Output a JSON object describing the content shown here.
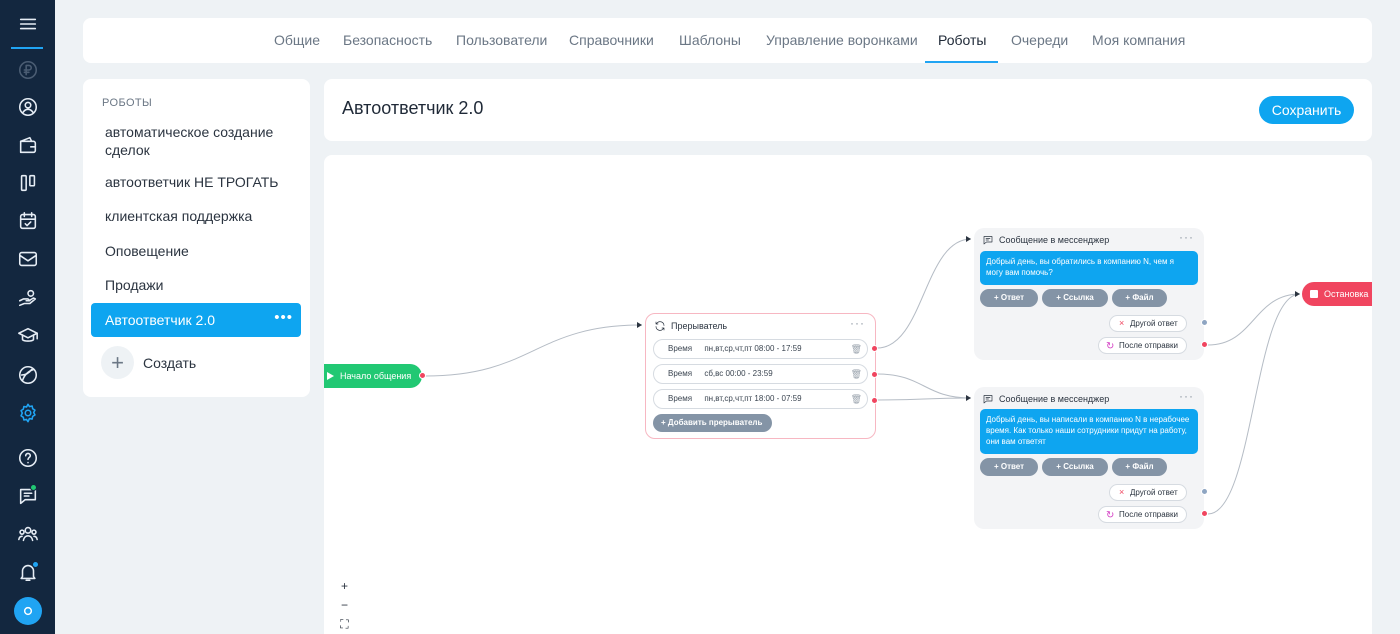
{
  "rail": {
    "icons": [
      "menu-icon",
      "ruble-icon",
      "user-icon",
      "wallet-icon",
      "kanban-icon",
      "calendar-check-icon",
      "mail-icon",
      "hand-coins-icon",
      "graduation-cap-icon",
      "sphere-icon",
      "settings-icon",
      "help-icon",
      "chat-icon",
      "users-icon",
      "bell-icon",
      "chat-bubble-icon"
    ],
    "accent": "#20a4f3",
    "badge_green": "#21c873"
  },
  "tabs": [
    {
      "label": "Общие"
    },
    {
      "label": "Безопасность"
    },
    {
      "label": "Пользователи"
    },
    {
      "label": "Справочники"
    },
    {
      "label": "Шаблоны"
    },
    {
      "label": "Управление воронками"
    },
    {
      "label": "Роботы"
    },
    {
      "label": "Очереди"
    },
    {
      "label": "Моя компания"
    }
  ],
  "active_tab": "Роботы",
  "sidebar": {
    "title": "РОБОТЫ",
    "items": [
      {
        "label": "автоматическое создание сделок"
      },
      {
        "label": "автоответчик НЕ ТРОГАТЬ"
      },
      {
        "label": "клиентская поддержка"
      },
      {
        "label": "Оповещение"
      },
      {
        "label": "Продажи"
      },
      {
        "label": "Автоответчик 2.0"
      }
    ],
    "active_item": "Автоответчик 2.0",
    "active_dots": "•••",
    "create_label": "Создать"
  },
  "header": {
    "title": "Автоответчик 2.0",
    "save_label": "Сохранить"
  },
  "canvas": {
    "start": {
      "label": "Начало общения"
    },
    "interrupt": {
      "title": "Прерыватель",
      "menu": "···",
      "rows": [
        {
          "key": "Время",
          "value": "пн,вт,ср,чт,пт 08:00 - 17:59"
        },
        {
          "key": "Время",
          "value": "сб,вс 00:00 - 23:59"
        },
        {
          "key": "Время",
          "value": "пн,вт,ср,чт,пт 18:00 - 07:59"
        }
      ],
      "add_label": "Добавить прерыватель"
    },
    "messages": [
      {
        "title": "Сообщение в мессенджер",
        "menu": "···",
        "text": "Добрый день, вы обратились в компанию N, чем я могу вам помочь?",
        "buttons": [
          "Ответ",
          "Ссылка",
          "Файл"
        ],
        "outputs": [
          "Другой ответ",
          "После отправки"
        ]
      },
      {
        "title": "Сообщение в мессенджер",
        "menu": "···",
        "text": "Добрый день, вы написали в компанию N в нерабочее время. Как только наши сотрудники придут на работу, они вам ответят",
        "buttons": [
          "Ответ",
          "Ссылка",
          "Файл"
        ],
        "outputs": [
          "Другой ответ",
          "После отправки"
        ]
      }
    ],
    "stop": {
      "label": "Остановка ров"
    },
    "zoom": {
      "in": "+",
      "out": "−",
      "fit": "⛶"
    }
  }
}
